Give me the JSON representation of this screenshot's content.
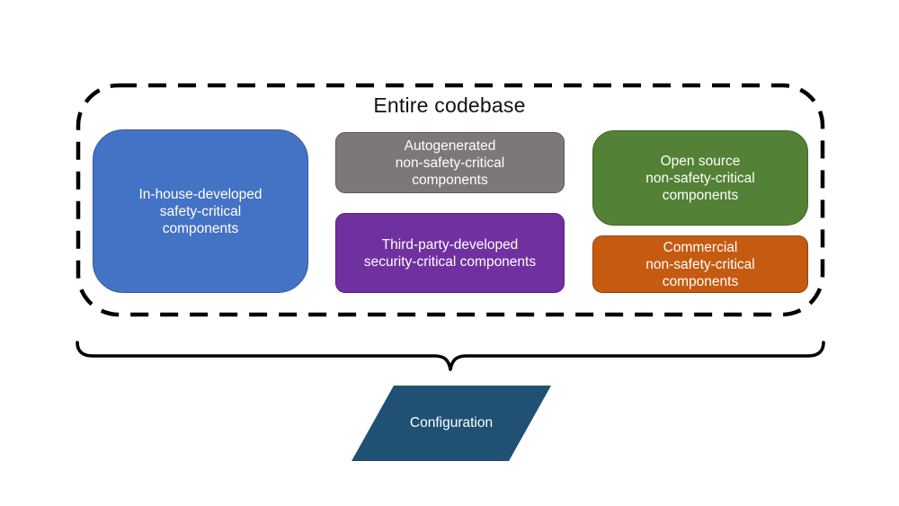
{
  "diagram": {
    "title": "Entire codebase",
    "boundary": {
      "stroke_color": "#000000",
      "style": "dashed"
    },
    "boxes": [
      {
        "id": "in-house",
        "lines": [
          "In-house-developed",
          "safety-critical",
          "components"
        ],
        "color": "#4472C4"
      },
      {
        "id": "autogenerated",
        "lines": [
          "Autogenerated",
          "non-safety-critical",
          "components"
        ],
        "color": "#7C7878"
      },
      {
        "id": "third-party",
        "lines": [
          "Third-party-developed",
          "security-critical components"
        ],
        "color": "#7030A0"
      },
      {
        "id": "open-source",
        "lines": [
          "Open source",
          "non-safety-critical",
          "components"
        ],
        "color": "#538135"
      },
      {
        "id": "commercial",
        "lines": [
          "Commercial",
          "non-safety-critical",
          "components"
        ],
        "color": "#C55A11"
      }
    ],
    "brace_color": "#000000",
    "configuration": {
      "label": "Configuration",
      "color": "#205073"
    }
  }
}
